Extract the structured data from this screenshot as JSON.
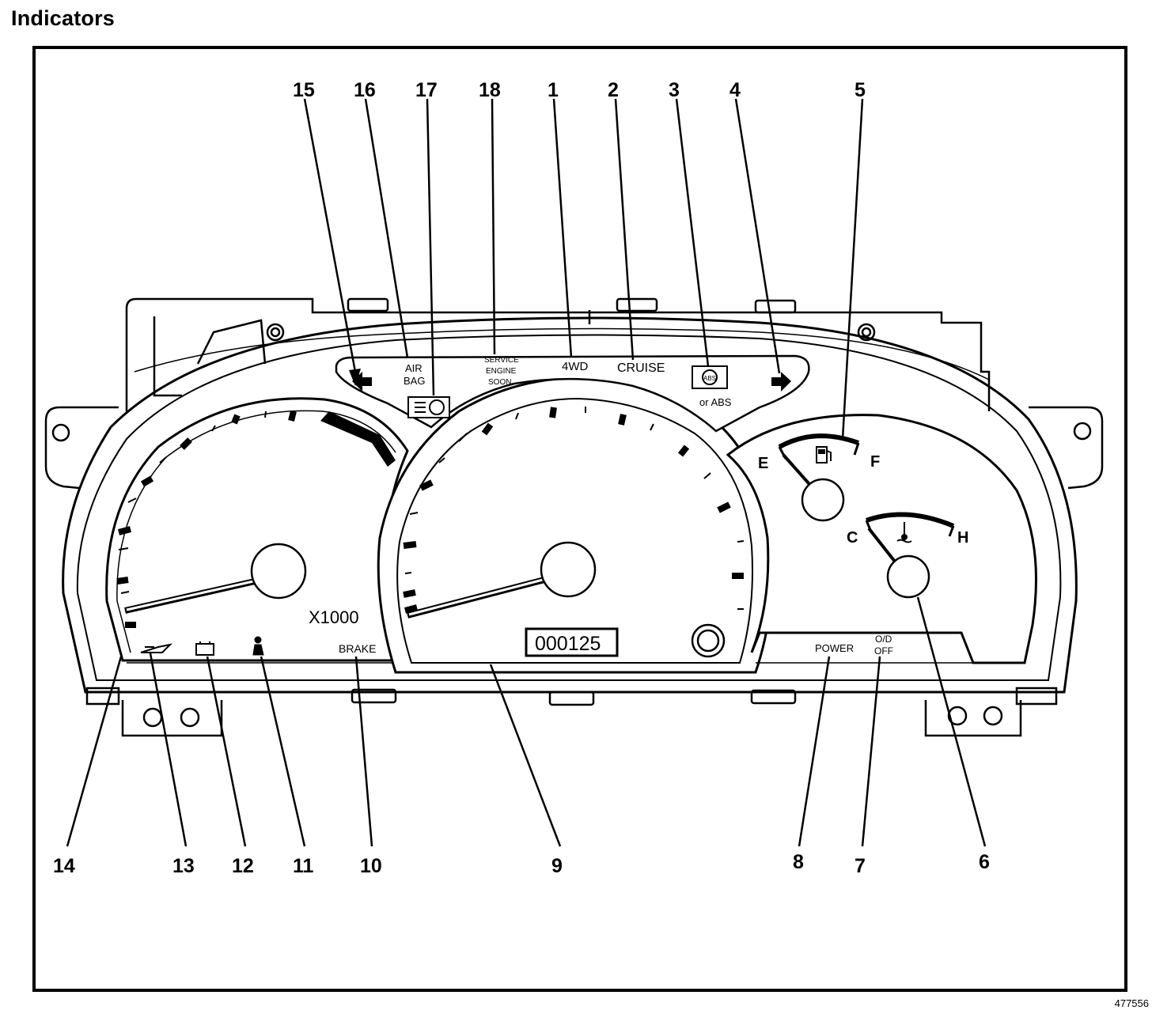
{
  "title": "Indicators",
  "figure_id": "477556",
  "callouts": {
    "c1": "1",
    "c2": "2",
    "c3": "3",
    "c4": "4",
    "c5": "5",
    "c6": "6",
    "c7": "7",
    "c8": "8",
    "c9": "9",
    "c10": "10",
    "c11": "11",
    "c12": "12",
    "c13": "13",
    "c14": "14",
    "c15": "15",
    "c16": "16",
    "c17": "17",
    "c18": "18"
  },
  "indicators": {
    "air_bag_line1": "AIR",
    "air_bag_line2": "BAG",
    "service_line1": "SERVICE",
    "service_line2": "ENGINE",
    "service_line3": "SOON",
    "four_wd": "4WD",
    "cruise": "CRUISE",
    "abs_badge": "ABS",
    "abs_alt": "or ABS",
    "brake": "BRAKE",
    "power": "POWER",
    "od_line1": "O/D",
    "od_line2": "OFF"
  },
  "gauges": {
    "tach_multiplier": "X1000",
    "odometer": "000125",
    "fuel_empty": "E",
    "fuel_full": "F",
    "temp_cold": "C",
    "temp_hot": "H"
  },
  "icons": [
    "left-turn-arrow-icon",
    "right-turn-arrow-icon",
    "headlamp-high-beam-icon",
    "abs-icon",
    "fuel-pump-icon",
    "coolant-temp-icon",
    "oil-can-icon",
    "battery-icon",
    "seatbelt-icon",
    "trip-reset-knob-icon"
  ]
}
